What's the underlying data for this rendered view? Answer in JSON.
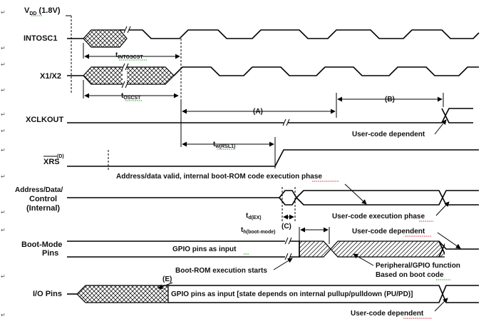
{
  "signals": {
    "vdd": "V",
    "vdd_sub": "DD",
    "vdd_tail": " (1.8V)",
    "intosc1": "INTOSC1",
    "x1x2": "X1/X2",
    "xclkout": "XCLKOUT",
    "xrs": "XRS",
    "xrs_sup": "(D)",
    "addr_line1": "Address/Data/",
    "addr_line2": "Control",
    "addr_line3": "(Internal)",
    "boot_line1": "Boot-Mode",
    "boot_line2": "Pins",
    "io": "I/O Pins"
  },
  "timing": {
    "tintoscst_t": "t",
    "tintoscst_sub": "INTOSCST",
    "toscst_t": "t",
    "toscst_sub": "OSCST",
    "twrsl_t": "t",
    "twrsl_sub": "w(RSL1)",
    "tdex_t": "t",
    "tdex_sub": "d(EX)",
    "thboot_t": "t",
    "thboot_sub": "h(boot-mode)",
    "A": "(A)",
    "B": "(B)",
    "C": "(C)",
    "E": "(E)"
  },
  "annotations": {
    "user_code_dep": "User-code dependent",
    "addr_valid": "Address/data valid, internal boot-ROM code execution phase",
    "user_code_exec": "User-code execution phase",
    "gpio_input": "GPIO pins as input",
    "boot_rom_starts": "Boot-ROM execution starts",
    "periph_line1": "Peripheral/GPIO function",
    "periph_line2": "Based on boot code",
    "io_state": "GPIO pins as input [state depends on internal pullup/pulldown (PU/PD)]"
  },
  "return_mark": "↵"
}
